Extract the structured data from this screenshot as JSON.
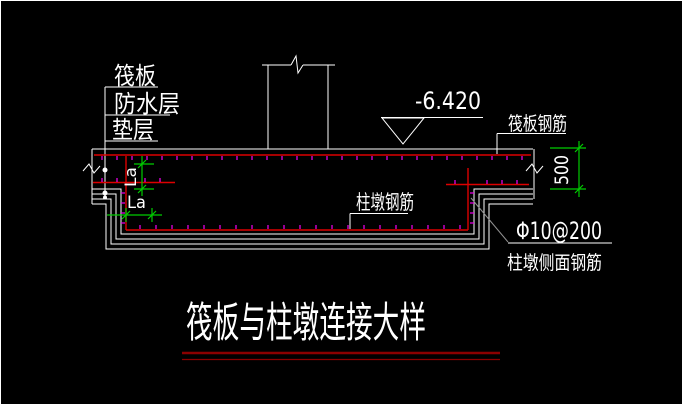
{
  "drawing": {
    "title": "筏板与柱墩连接大样",
    "layers": [
      "筏板",
      "防水层",
      "垫层"
    ],
    "elevation": "-6.420",
    "labels": {
      "slab_rebar": "筏板钢筋",
      "pier_rebar": "柱墩钢筋",
      "side_rebar_spec": "Φ10@200",
      "side_rebar": "柱墩侧面钢筋"
    },
    "dims": {
      "slab_thickness": "500",
      "anchorage_vertical": "La",
      "anchorage_horizontal": "La"
    }
  },
  "colors": {
    "background": "#000000",
    "structure": "#ffffff",
    "rebar": "#dd0000",
    "tick": "#e300e3",
    "dimension": "#00cd00",
    "leader": "#909090",
    "title_underline": "#8b0000",
    "text": "#ffffff"
  }
}
